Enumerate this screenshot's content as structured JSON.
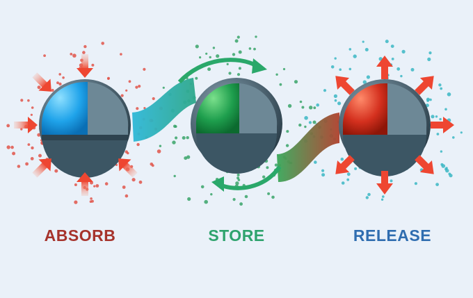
{
  "stages": [
    {
      "label": "ABSORB",
      "label_color": "#a6332c",
      "core_color": "#1fa3ea",
      "arrow_color": "#ee4631",
      "arrow_direction": "inward",
      "particle_color": "#e0554a"
    },
    {
      "label": "STORE",
      "label_color": "#2ea36d",
      "core_color": "#1e9e4d",
      "arrow_color": "none",
      "arrow_direction": "none",
      "particle_color": "#3aa56a"
    },
    {
      "label": "RELEASE",
      "label_color": "#2f6db0",
      "core_color": "#d4301e",
      "arrow_color": "#ee4631",
      "arrow_direction": "outward",
      "particle_color": "#3bb7c4"
    }
  ],
  "connector_colors": {
    "absorb_to_store": "#29b3c2",
    "store_to_release": "#7a8a3a",
    "store_arrows": "#2aa86a"
  },
  "background_color": "#eaf1f9"
}
